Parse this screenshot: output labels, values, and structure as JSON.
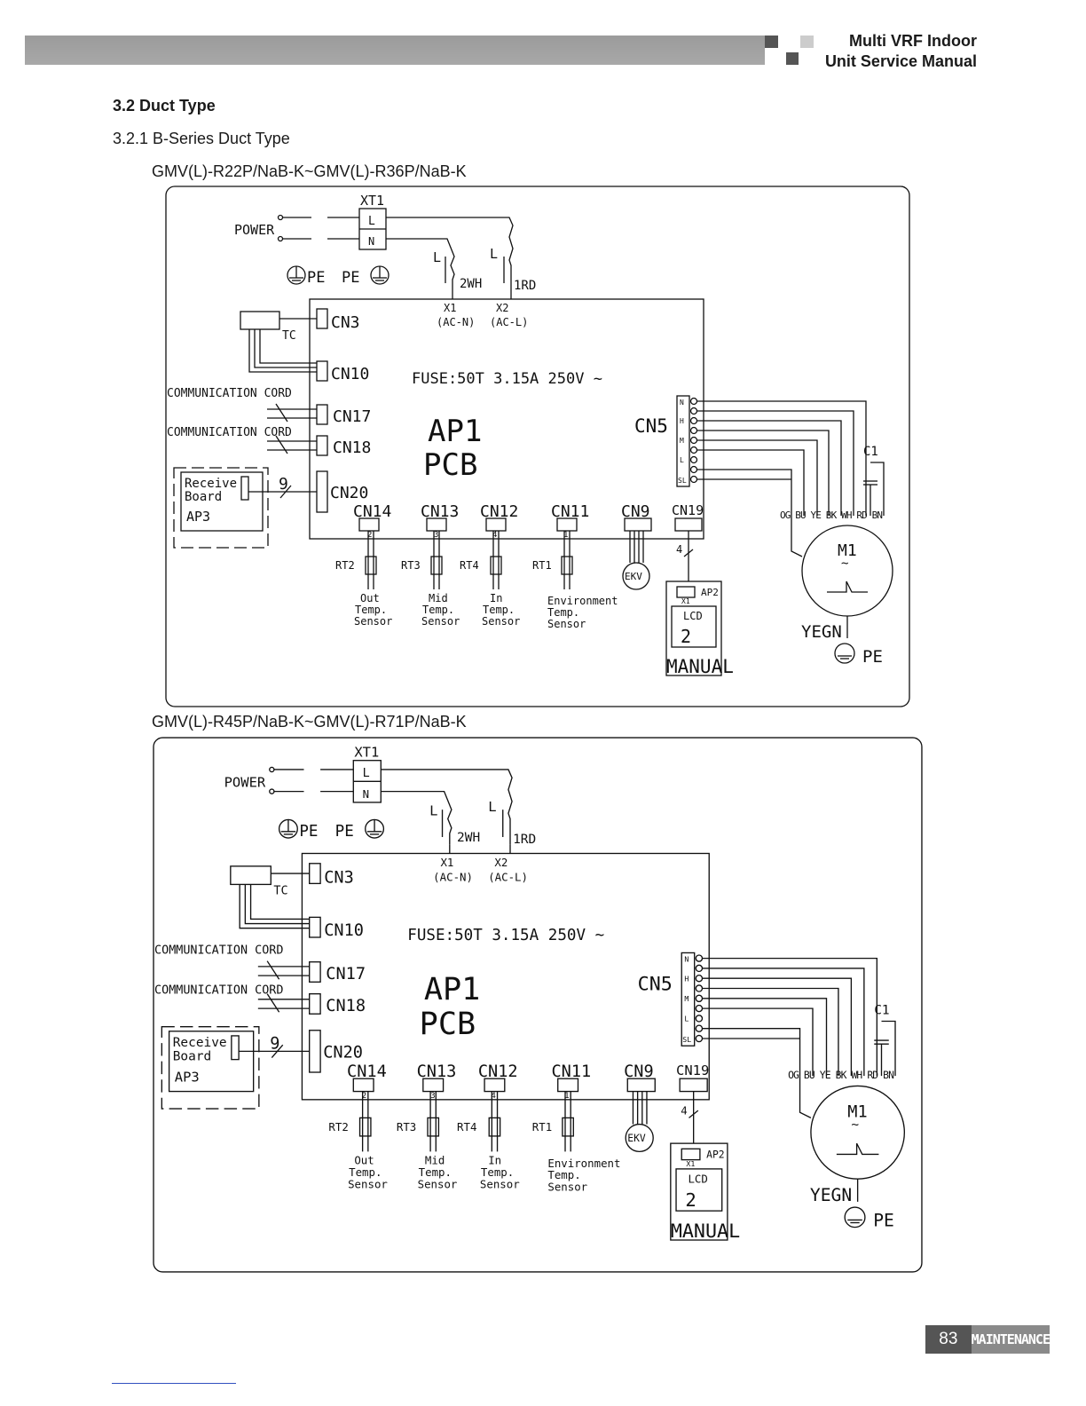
{
  "header": {
    "title_line1": "Multi VRF Indoor",
    "title_line2": "Unit Service Manual"
  },
  "section": {
    "heading": "3.2 Duct Type",
    "subheading": "3.2.1 B-Series Duct Type"
  },
  "diagrams": [
    {
      "model": "GMV(L)-R22P/NaB-K~GMV(L)-R36P/NaB-K"
    },
    {
      "model": "GMV(L)-R45P/NaB-K~GMV(L)-R71P/NaB-K"
    }
  ],
  "labels": {
    "xt1": "XT1",
    "l": "L",
    "n": "N",
    "power": "POWER",
    "pe": "PE",
    "wh": "2WH",
    "rd": "1RD",
    "x1": "X1",
    "x2": "X2",
    "acn": "(AC-N)",
    "acl": "(AC-L)",
    "cn3": "CN3",
    "cn10": "CN10",
    "cn17": "CN17",
    "cn18": "CN18",
    "cn20": "CN20",
    "tc": "TC",
    "comm": "COMMUNICATION CORD",
    "fuse": "FUSE:50T 3.15A 250V ~",
    "ap1": "AP1",
    "pcb": "PCB",
    "cn5": "CN5",
    "n_pin": "N",
    "h_pin": "H",
    "m_pin": "M",
    "l_pin": "L",
    "sl_pin": "SL",
    "receive": "Receive",
    "board": "Board",
    "ap3": "AP3",
    "nine": "9",
    "cn14": "CN14",
    "cn13": "CN13",
    "cn12": "CN12",
    "cn11": "CN11",
    "cn9": "CN9",
    "cn19": "CN19",
    "p2": "2",
    "p3": "3",
    "p4": "4",
    "p1": "1",
    "rt2": "RT2",
    "rt3": "RT3",
    "rt4": "RT4",
    "rt1": "RT1",
    "out": "Out",
    "mid": "Mid",
    "in": "In",
    "env": "Environment",
    "temp": "Temp.",
    "sensor": "Sensor",
    "ekv": "EKV",
    "four": "4",
    "ap2": "AP2",
    "lcd": "LCD",
    "manual": "MANUAL",
    "c1": "C1",
    "colors": "OG BU YE BK WH RD BN",
    "m1": "M1",
    "tilde": "~",
    "yegn": "YEGN"
  },
  "footer": {
    "page_number": "83",
    "section": "MAINTENANCE"
  }
}
